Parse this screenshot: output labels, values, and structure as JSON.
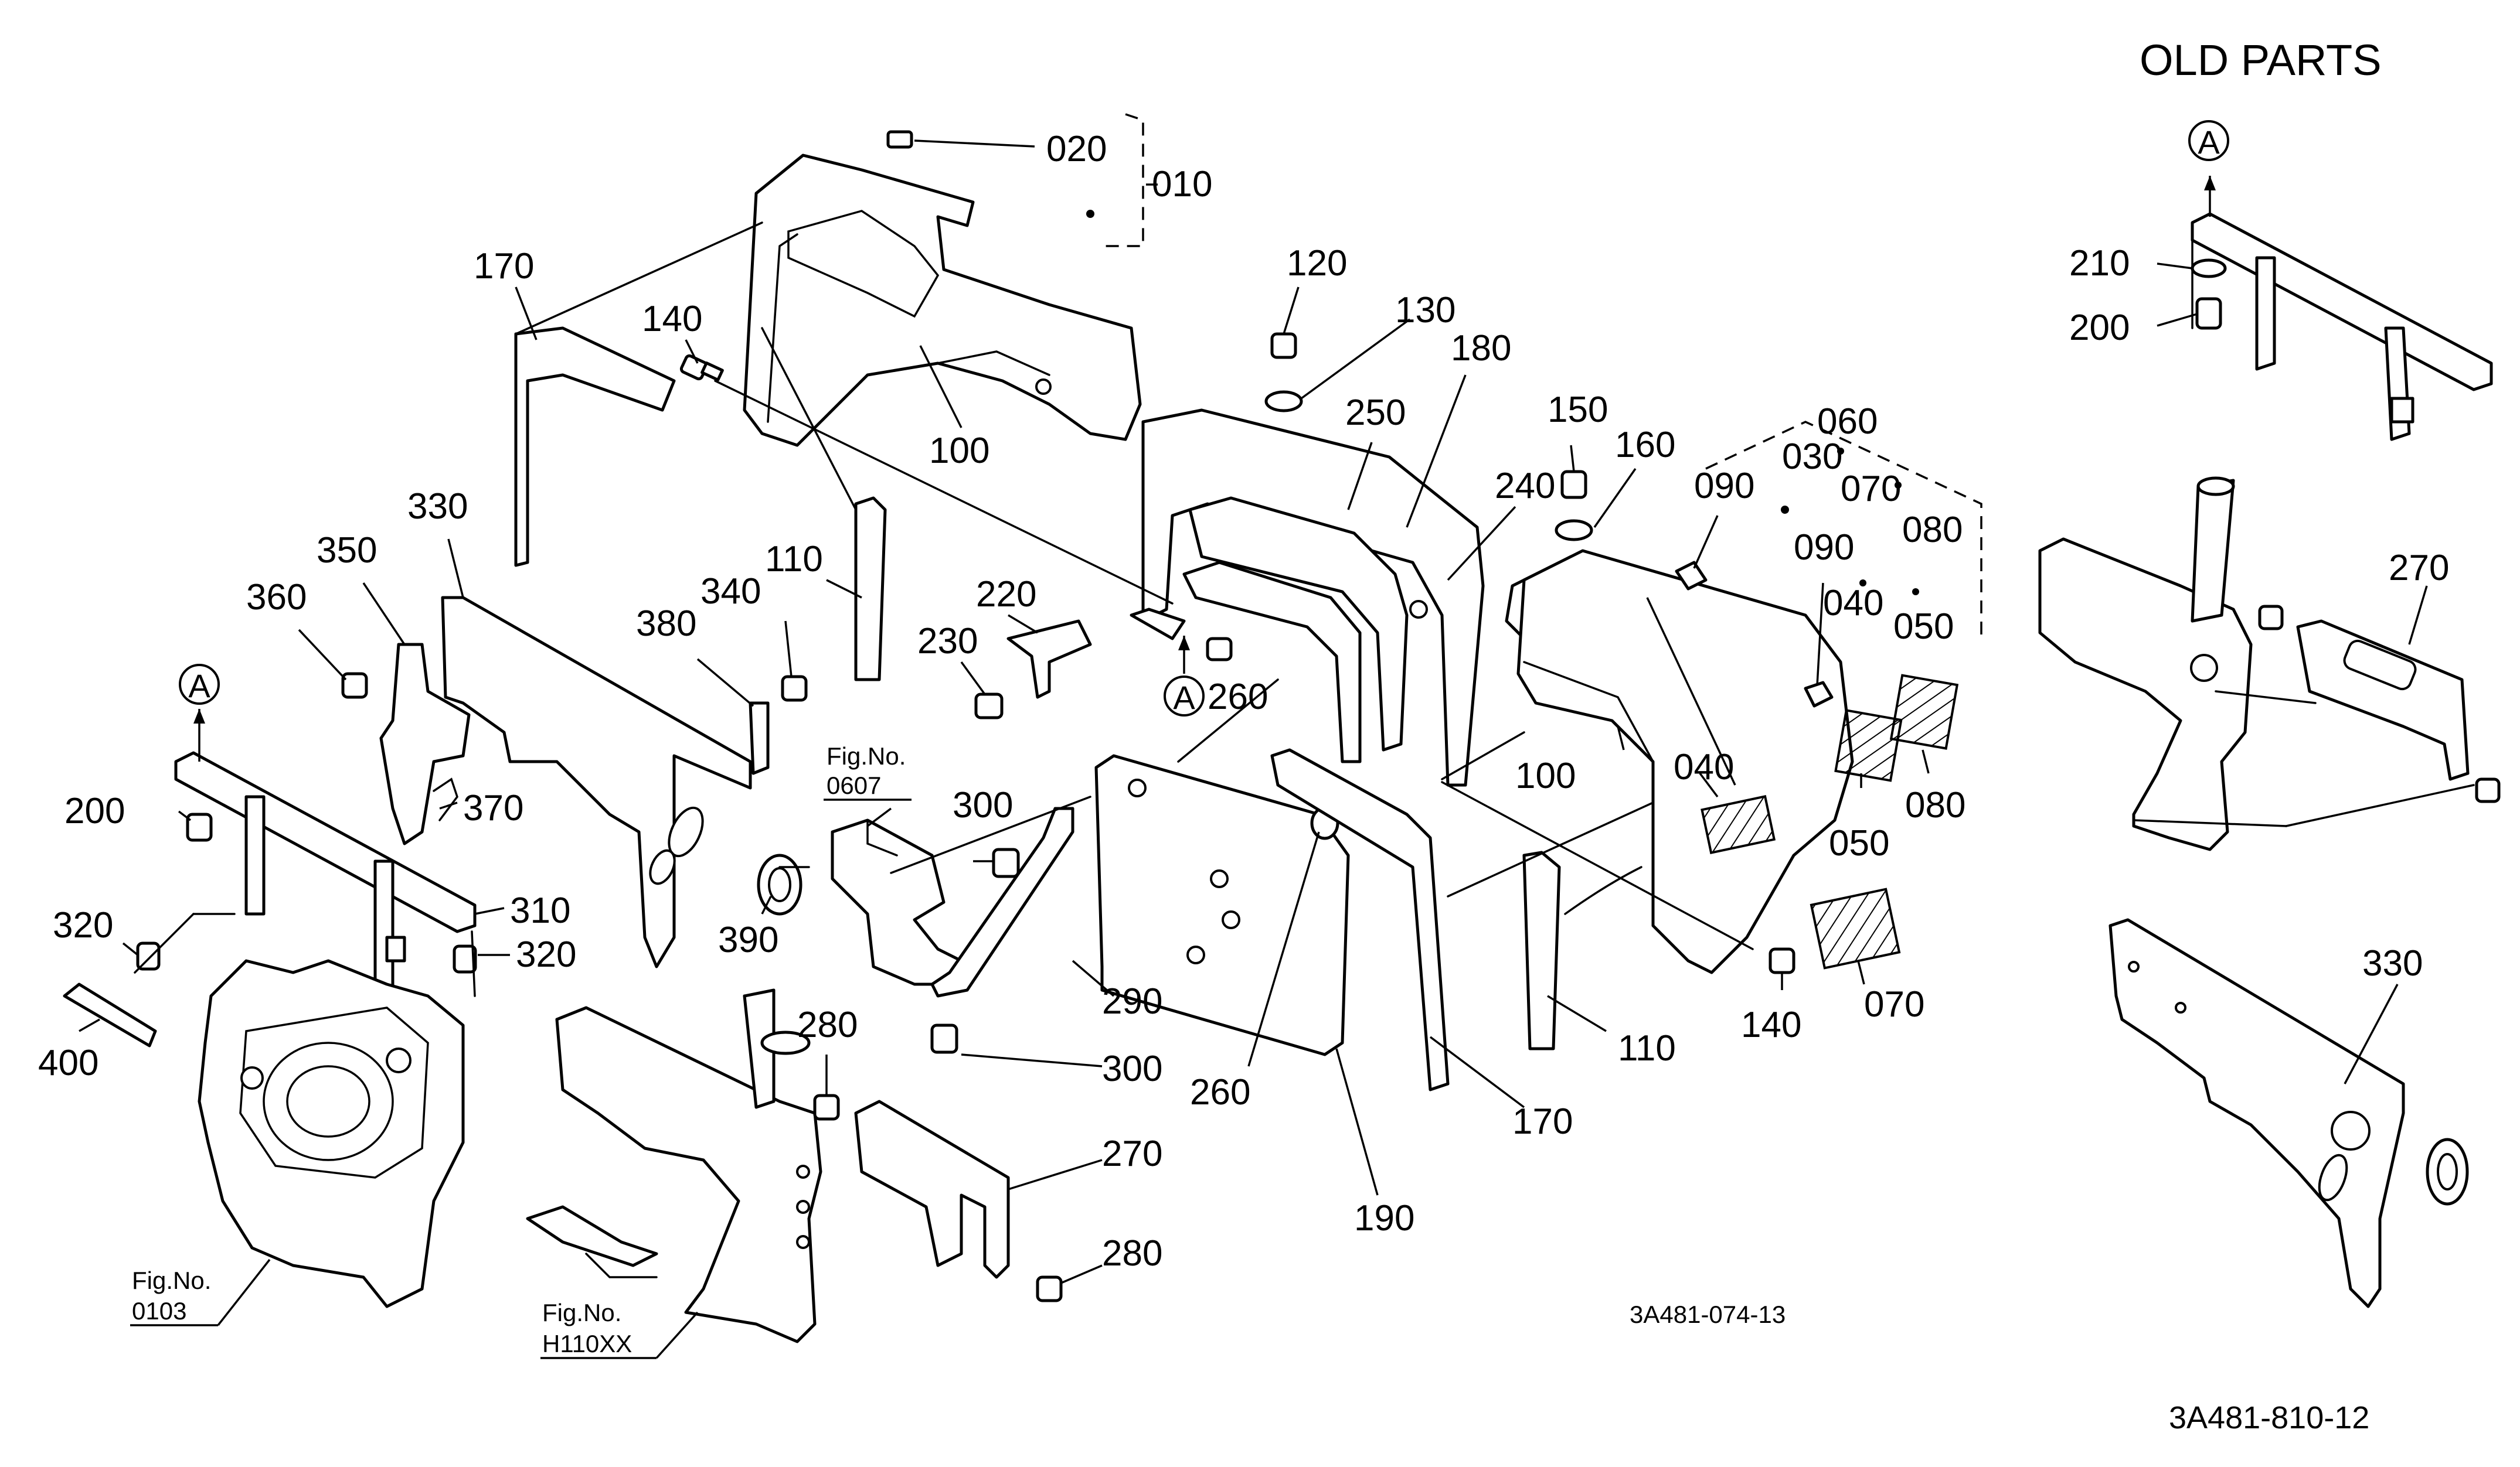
{
  "title": "OLD PARTS",
  "drawing_codes": {
    "main": "3A481-074-13",
    "old_parts": "3A481-810-12"
  },
  "fig_refs": [
    {
      "label": "Fig.No.",
      "number": "0607"
    },
    {
      "label": "Fig.No.",
      "number": "0103"
    },
    {
      "label": "Fig.No.",
      "number": "H110XX"
    }
  ],
  "reference_marks": [
    "A",
    "A",
    "A"
  ],
  "part_labels": [
    "020",
    "010",
    "170",
    "140",
    "100",
    "120",
    "130",
    "180",
    "250",
    "150",
    "160",
    "060",
    "030",
    "070",
    "080",
    "090",
    "240",
    "330",
    "350",
    "360",
    "110",
    "340",
    "380",
    "220",
    "230",
    "260",
    "090",
    "040",
    "050",
    "100",
    "200",
    "370",
    "310",
    "320",
    "320",
    "390",
    "300",
    "040",
    "050",
    "080",
    "400",
    "290",
    "300",
    "280",
    "270",
    "280",
    "260",
    "190",
    "170",
    "110",
    "140",
    "070",
    "210",
    "200",
    "270",
    "330"
  ]
}
